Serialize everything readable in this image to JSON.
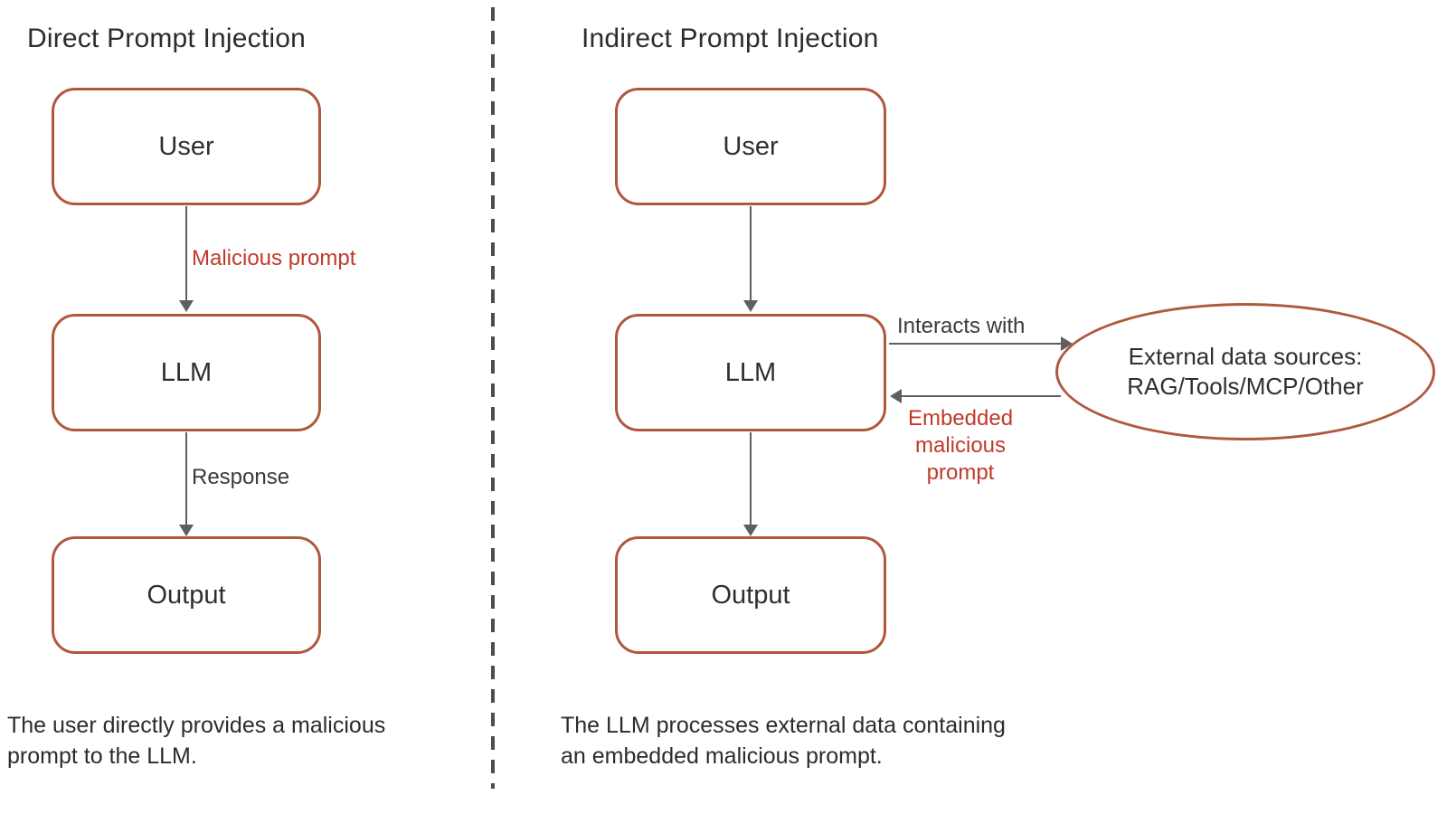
{
  "colors": {
    "node_border": "#b0583c",
    "edge_line": "#5f5f5f",
    "danger_text": "#c03a2b",
    "text": "#2c2c2c",
    "divider": "#4d4d4d"
  },
  "left_panel": {
    "title": "Direct Prompt Injection",
    "nodes": {
      "user": "User",
      "llm": "LLM",
      "output": "Output"
    },
    "edge_labels": {
      "user_to_llm": "Malicious prompt",
      "llm_to_output": "Response"
    },
    "caption": "The user directly provides a malicious\nprompt to the LLM."
  },
  "right_panel": {
    "title": "Indirect Prompt Injection",
    "nodes": {
      "user": "User",
      "llm": "LLM",
      "output": "Output",
      "external_sources": "External data sources:\nRAG/Tools/MCP/Other"
    },
    "edge_labels": {
      "llm_to_external": "Interacts with",
      "external_to_llm": "Embedded\nmalicious prompt"
    },
    "caption": "The LLM processes external data containing\nan embedded malicious prompt."
  }
}
